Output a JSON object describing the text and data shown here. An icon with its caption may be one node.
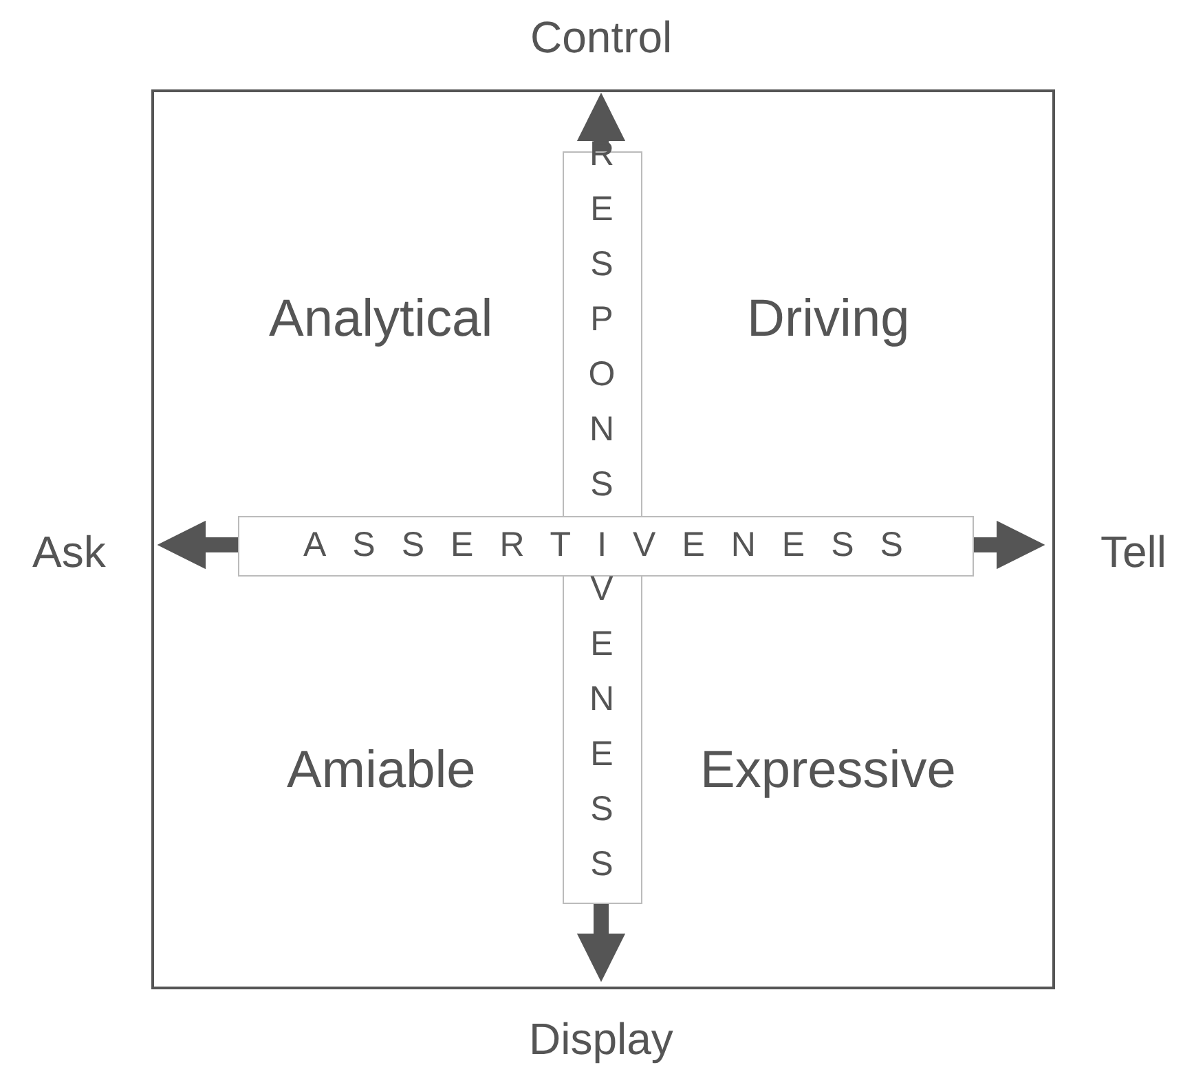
{
  "diagram": {
    "labels": [
      "Control",
      "RESPONS",
      "Analytical",
      "Driving",
      "Ask",
      "ASSERTIVENESS",
      "Tell",
      "VENESS",
      "Amiable",
      "Expressive",
      "Display"
    ]
  }
}
